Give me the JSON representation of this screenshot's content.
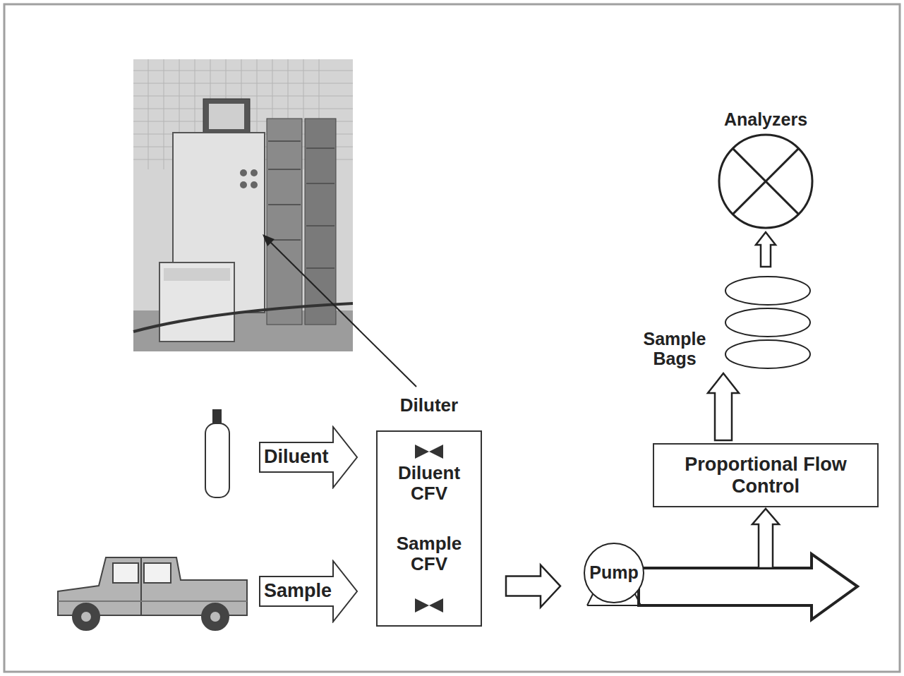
{
  "diagram": {
    "nodes": [
      {
        "text": [
          "Analyzers"
        ]
      },
      {
        "text": [
          "Sample Bags"
        ]
      },
      {
        "text": [
          "Diluent"
        ]
      },
      {
        "text": [
          "Diluter",
          "Diluent CFV",
          "Sample CFV"
        ]
      },
      {
        "text": [
          "Proportional Flow Control"
        ]
      },
      {
        "text": [
          "Sample"
        ]
      },
      {
        "text": [
          "Pump"
        ]
      }
    ],
    "edges": [
      {
        "from": 3,
        "to": 6,
        "arrow": "to"
      },
      {
        "from": 6,
        "to": 4,
        "arrow": "to"
      },
      {
        "from": 4,
        "to": 1,
        "arrow": "to"
      },
      {
        "from": 1,
        "to": 0,
        "arrow": "to"
      }
    ]
  }
}
